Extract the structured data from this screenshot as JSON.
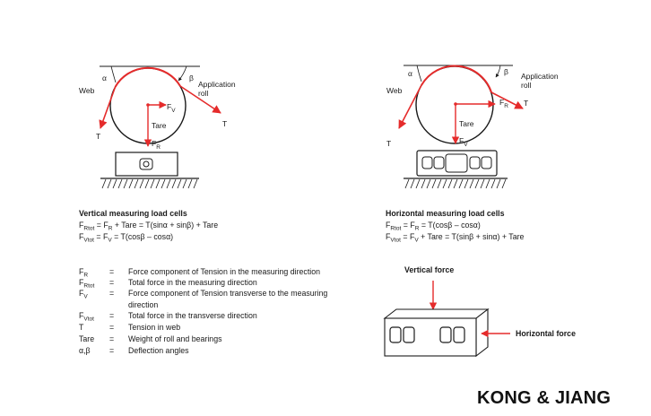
{
  "colors": {
    "red": "#e52b2b",
    "ink": "#1a1a1a"
  },
  "left_diagram": {
    "labels": {
      "alpha": "α",
      "beta": "β",
      "web": "Web",
      "application": "Application",
      "roll": "roll",
      "fv": "F",
      "fv_sub": "V",
      "tare": "Tare",
      "fr": "F",
      "fr_sub": "R",
      "t_left": "T",
      "t_right": "T"
    },
    "heading": "Vertical measuring load cells",
    "eq1": {
      "a": "F",
      "a_sub": "Rtot",
      "b": " = F",
      "b_sub": "R",
      "c": " + Tare = T(sinα + sinβ) + Tare"
    },
    "eq2": {
      "a": "F",
      "a_sub": "Vtot",
      "b": " = F",
      "b_sub": "V",
      "c": " = T(cosβ – cosα)"
    }
  },
  "right_diagram": {
    "labels": {
      "alpha": "α",
      "beta": "β",
      "web": "Web",
      "application": "Application",
      "roll": "roll",
      "fr": "F",
      "fr_sub": "R",
      "t_right": "T",
      "tare": "Tare",
      "fv": "F",
      "fv_sub": "V",
      "t_left": "T"
    },
    "heading": "Horizontal measuring load cells",
    "eq1": {
      "a": "F",
      "a_sub": "Rtot",
      "b": " = F",
      "b_sub": "R",
      "c": " = T(cosβ – cosα)"
    },
    "eq2": {
      "a": "F",
      "a_sub": "Vtot",
      "b": " = F",
      "b_sub": "V",
      "c": " + Tare = T(sinβ + sinα) + Tare"
    }
  },
  "legend": [
    {
      "sym": "F",
      "sub": "R",
      "eq": "=",
      "desc": "Force component of Tension in the measuring direction"
    },
    {
      "sym": "F",
      "sub": "Rtot",
      "eq": "=",
      "desc": "Total force in the measuring direction"
    },
    {
      "sym": "F",
      "sub": "V",
      "eq": "=",
      "desc": "Force component of Tension transverse to the measuring"
    },
    {
      "sym": "",
      "sub": "",
      "eq": "",
      "desc": "direction"
    },
    {
      "sym": "F",
      "sub": "Vtot",
      "eq": "=",
      "desc": "Total force in the transverse direction"
    },
    {
      "sym": "T",
      "sub": "",
      "eq": "=",
      "desc": "Tension in web"
    },
    {
      "sym": "Tare",
      "sub": "",
      "eq": "=",
      "desc": "Weight of roll and bearings"
    },
    {
      "sym": "α,β",
      "sub": "",
      "eq": "=",
      "desc": "Deflection angles"
    }
  ],
  "force_box": {
    "vertical": "Vertical force",
    "horizontal": "Horizontal force"
  },
  "brand": "KONG & JIANG"
}
